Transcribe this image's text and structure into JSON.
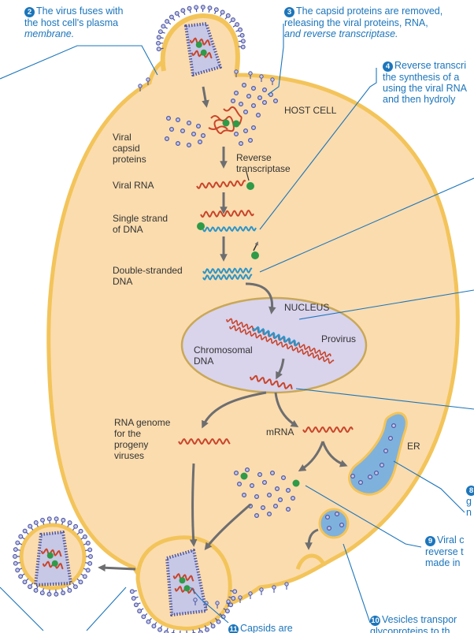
{
  "steps": {
    "s2": {
      "num": "2",
      "line1": "The virus fuses with",
      "line2": "the host cell's plasma",
      "line3": "membrane."
    },
    "s3": {
      "num": "3",
      "line1": "The capsid proteins are removed,",
      "line2": "releasing the viral proteins, RNA,",
      "line3": "and reverse transcriptase."
    },
    "s4": {
      "num": "4",
      "line1": "Reverse transcri",
      "line2": "the synthesis of a",
      "line3": "using the viral RNA",
      "line4": "and then hydroly"
    },
    "s8": {
      "num": "8",
      "line1": "g",
      "line2": "n"
    },
    "s9": {
      "num": "9",
      "line1": "Viral c",
      "line2": "reverse t",
      "line3": "made in"
    },
    "s10": {
      "num": "10",
      "line1": "Vesicles transpor",
      "line2": "glycoproteins to th"
    },
    "s11": {
      "num": "11",
      "line1": "Capsids are"
    }
  },
  "labels": {
    "host_cell": "HOST CELL",
    "viral_capsid": [
      "Viral",
      "capsid",
      "proteins"
    ],
    "reverse_transcriptase": [
      "Reverse",
      "transcriptase"
    ],
    "viral_rna": "Viral RNA",
    "single_strand": [
      "Single strand",
      "of DNA"
    ],
    "double_stranded": [
      "Double-stranded",
      "DNA"
    ],
    "nucleus": "NUCLEUS",
    "provirus": "Provirus",
    "chromosomal_dna": [
      "Chromosomal",
      "DNA"
    ],
    "rna_genome": [
      "RNA genome",
      "for the",
      "progeny",
      "viruses"
    ],
    "mrna": "mRNA",
    "er": "ER"
  },
  "colors": {
    "cell_fill": "#fbdcae",
    "membrane": "#f3c45a",
    "nucleus_fill": "#d9d3ec",
    "nucleus_stroke": "#c9a857",
    "capsid": "#4c56a5",
    "capsid_fill": "#c7c8e6",
    "rna": "#c8452b",
    "dna": "#2b95c9",
    "enzyme": "#2f9a47",
    "callout": "#1b75bb",
    "er_fill": "#7fb1dd",
    "arrow": "#6d6e70"
  }
}
